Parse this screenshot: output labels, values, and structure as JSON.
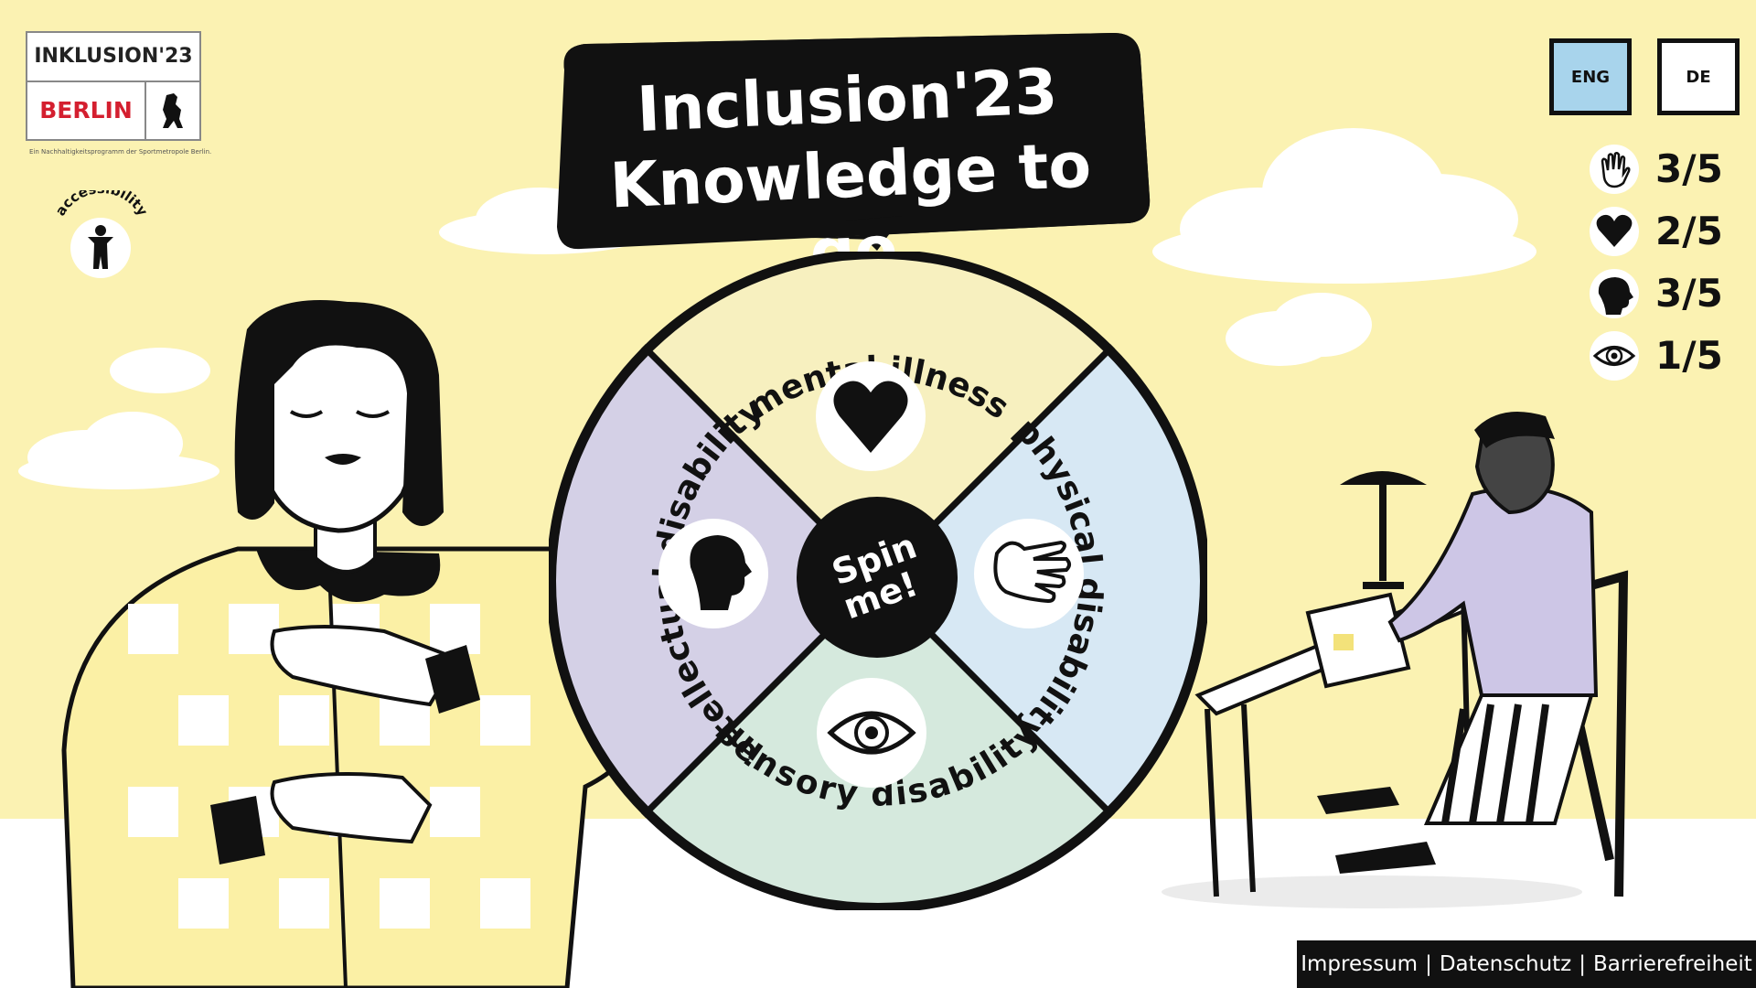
{
  "logo": {
    "top_text": "INKLUSION'23",
    "city_text": "BERLIN",
    "subtitle": "Ein Nachhaltigkeitsprogramm der Sportmetropole Berlin."
  },
  "accessibility": {
    "label": "accessibility"
  },
  "title": {
    "line1": "Inclusion'23",
    "line2": "Knowledge to go"
  },
  "wheel": {
    "segments": [
      {
        "label": "mental illness",
        "icon": "heart-icon",
        "color": "#f7f0bf"
      },
      {
        "label": "physical disability",
        "icon": "hand-icon",
        "color": "#d7e8f4"
      },
      {
        "label": "sensory disability",
        "icon": "eye-icon",
        "color": "#d5e9dd"
      },
      {
        "label": "intellectual disability",
        "icon": "head-icon",
        "color": "#d4d0e6"
      }
    ],
    "spin_label_1": "Spin",
    "spin_label_2": "me!"
  },
  "language": {
    "en": "ENG",
    "de": "DE",
    "selected_color": "#a8d4ec"
  },
  "scores": [
    {
      "icon": "hand-icon",
      "value": "3/5"
    },
    {
      "icon": "heart-icon",
      "value": "2/5"
    },
    {
      "icon": "head-icon",
      "value": "3/5"
    },
    {
      "icon": "eye-icon",
      "value": "1/5"
    }
  ],
  "footer": {
    "imprint": "Impressum",
    "privacy": "Datenschutz",
    "accessibility": "Barrierefreiheit",
    "separator": "|"
  },
  "colors": {
    "background": "#fbf2b2",
    "ink": "#111111",
    "berlin_red": "#d41f2f"
  }
}
